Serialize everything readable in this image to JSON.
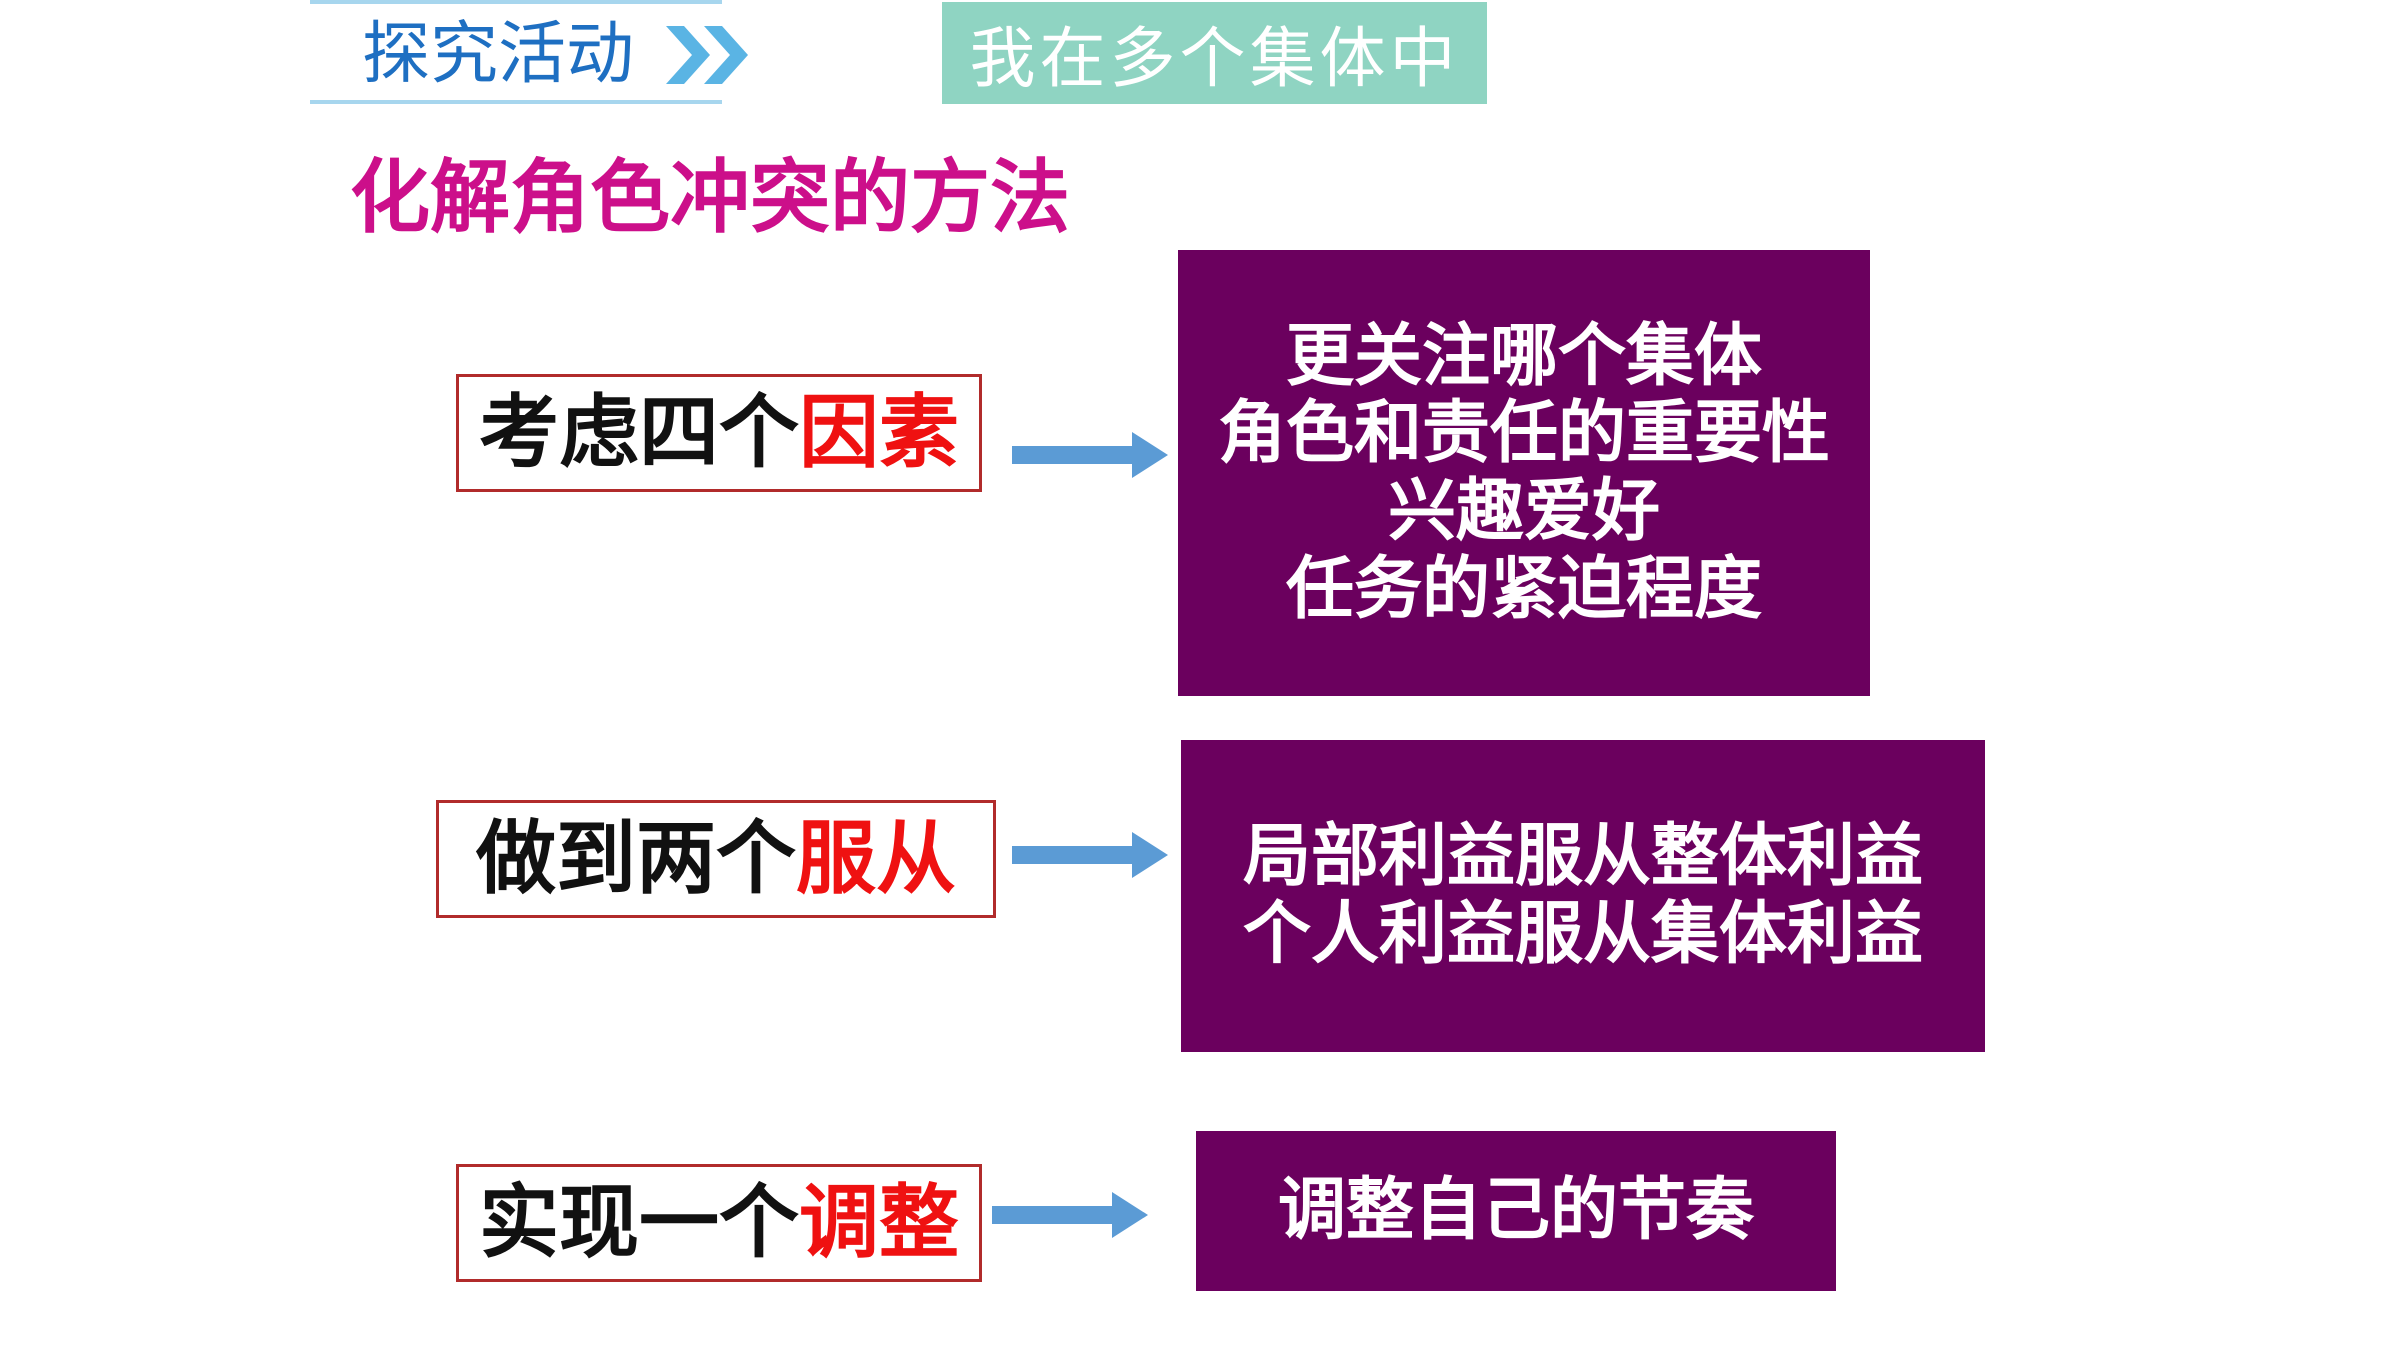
{
  "header": {
    "section_label": "探究活动",
    "topic_label": "我在多个集体中"
  },
  "title": "化解角色冲突的方法",
  "rows": [
    {
      "label_prefix": "考虑四个",
      "label_highlight": "因素",
      "details": [
        "更关注哪个集体",
        "角色和责任的重要性",
        "兴趣爱好",
        "任务的紧迫程度"
      ]
    },
    {
      "label_prefix": "做到两个",
      "label_highlight": "服从",
      "details": [
        "局部利益服从整体利益",
        "个人利益服从集体利益"
      ]
    },
    {
      "label_prefix": "实现一个",
      "label_highlight": "调整",
      "details": [
        "调整自己的节奏"
      ]
    }
  ],
  "colors": {
    "section_label": "#1e6fc2",
    "header_accent": "#a7d6ee",
    "topic_bg": "#8fd4c2",
    "title": "#cc0f8a",
    "highlight": "#ef1111",
    "box_border": "#b12b2b",
    "arrow": "#5b9bd5",
    "detail_bg": "#6b005e"
  },
  "icons": {
    "header_chevrons": "double-chevron-right-icon",
    "connector": "right-arrow-icon"
  }
}
